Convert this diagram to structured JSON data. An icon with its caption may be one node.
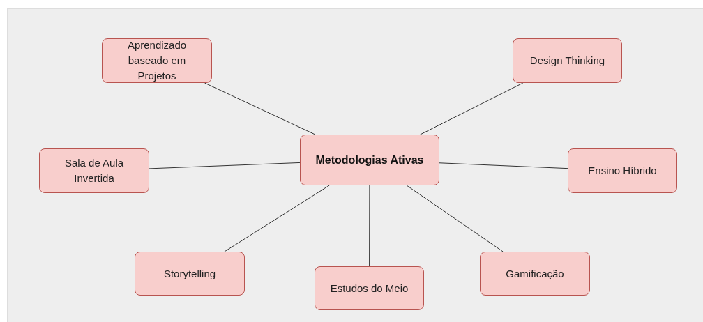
{
  "diagram": {
    "nodes": [
      {
        "text": [
          "Aprendizado baseado em Projetos"
        ]
      },
      {
        "text": [
          "Design Thinking"
        ]
      },
      {
        "text": [
          "Metodologias Ativas"
        ]
      },
      {
        "text": [
          "Sala de Aula Invertida"
        ]
      },
      {
        "text": [
          "Ensino Híbrido"
        ]
      },
      {
        "text": [
          "Storytelling"
        ]
      },
      {
        "text": [
          "Gamificação"
        ]
      },
      {
        "text": [
          "Estudos do Meio"
        ]
      }
    ],
    "edges": [
      {
        "from": 2,
        "to": 0,
        "arrow": "none"
      },
      {
        "from": 2,
        "to": 1,
        "arrow": "none"
      },
      {
        "from": 2,
        "to": 3,
        "arrow": "none"
      },
      {
        "from": 2,
        "to": 4,
        "arrow": "none"
      },
      {
        "from": 2,
        "to": 5,
        "arrow": "none"
      },
      {
        "from": 2,
        "to": 7,
        "arrow": "none"
      },
      {
        "from": 2,
        "to": 6,
        "arrow": "none"
      }
    ]
  }
}
